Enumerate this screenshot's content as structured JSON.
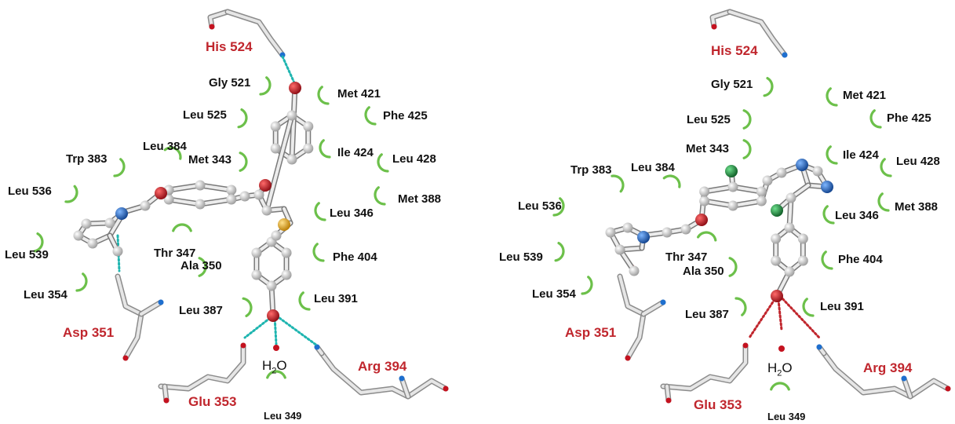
{
  "colors": {
    "residue_text": "#111111",
    "key_residue_text": "#c0262d",
    "hydrophobic_arc": "#6cc04a",
    "carbon": "#d9d9d9",
    "oxygen": "#c4121f",
    "nitrogen": "#1e6fcf",
    "sulfur": "#f0b21a",
    "chlorine": "#1e8a3c",
    "hbond_left": "#1fb5b0",
    "hbond_right": "#c0262d"
  },
  "water_label": {
    "prefix": "H",
    "subscript": "2",
    "suffix": "O"
  },
  "left_panel": {
    "key_residues": [
      "His 524",
      "Asp 351",
      "Glu 353",
      "Arg 394"
    ],
    "residues": [
      "Gly 521",
      "Met 421",
      "Phe 425",
      "Leu 525",
      "Leu 384",
      "Met 343",
      "Ile 424",
      "Leu 428",
      "Trp 383",
      "Met 388",
      "Leu 536",
      "Leu 346",
      "Leu 539",
      "Thr 347",
      "Ala 350",
      "Phe 404",
      "Leu 354",
      "Leu 387",
      "Leu 391",
      "Leu 349"
    ]
  },
  "right_panel": {
    "key_residues": [
      "His 524",
      "Asp 351",
      "Glu 353",
      "Arg 394"
    ],
    "residues": [
      "Gly 521",
      "Met 421",
      "Leu 525",
      "Phe 425",
      "Met 343",
      "Ile 424",
      "Leu 428",
      "Trp 383",
      "Leu 384",
      "Leu 536",
      "Met 388",
      "Leu 346",
      "Leu 539",
      "Thr 347",
      "Ala 350",
      "Phe 404",
      "Leu 354",
      "Leu 391",
      "Leu 387",
      "Leu 349"
    ]
  }
}
